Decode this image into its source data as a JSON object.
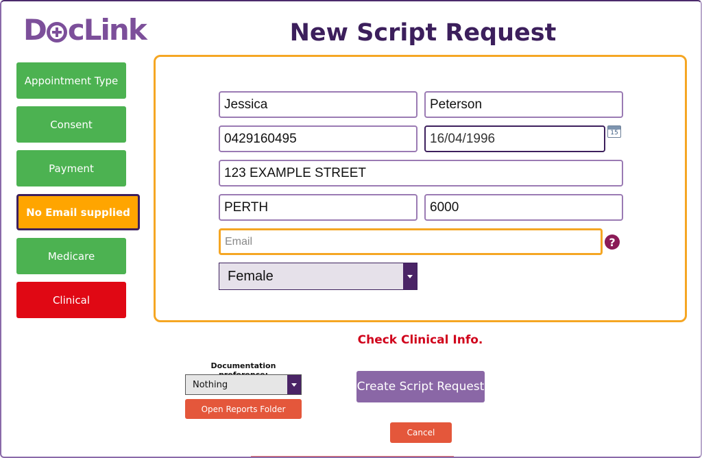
{
  "logo": {
    "part1": "D",
    "part2": "cLink"
  },
  "title": "New Script Request",
  "sidebar": {
    "items": [
      {
        "label": "Appointment Type",
        "status": "green"
      },
      {
        "label": "Consent",
        "status": "green"
      },
      {
        "label": "Payment",
        "status": "green"
      },
      {
        "label": "No Email supplied",
        "status": "orange"
      },
      {
        "label": "Medicare",
        "status": "green"
      },
      {
        "label": "Clinical",
        "status": "red"
      }
    ]
  },
  "form": {
    "first_name": "Jessica",
    "last_name": "Peterson",
    "phone": "0429160495",
    "dob": "16/04/1996",
    "calendar_day": "15",
    "address": "123 EXAMPLE STREET",
    "suburb": "PERTH",
    "postcode": "6000",
    "email_placeholder": "Email",
    "gender": "Female",
    "help_glyph": "?"
  },
  "warning": "Check Clinical Info.",
  "documentation": {
    "label": "Documentation preference:",
    "selected": "Nothing"
  },
  "buttons": {
    "open_reports": "Open Reports Folder",
    "create": "Create Script Request",
    "cancel": "Cancel"
  },
  "colors": {
    "brand": "#7c4f9a",
    "title": "#3c1f5c",
    "ok": "#4cb251",
    "warn": "#ffa500",
    "error": "#e00814",
    "panel_border": "#f5a623"
  }
}
